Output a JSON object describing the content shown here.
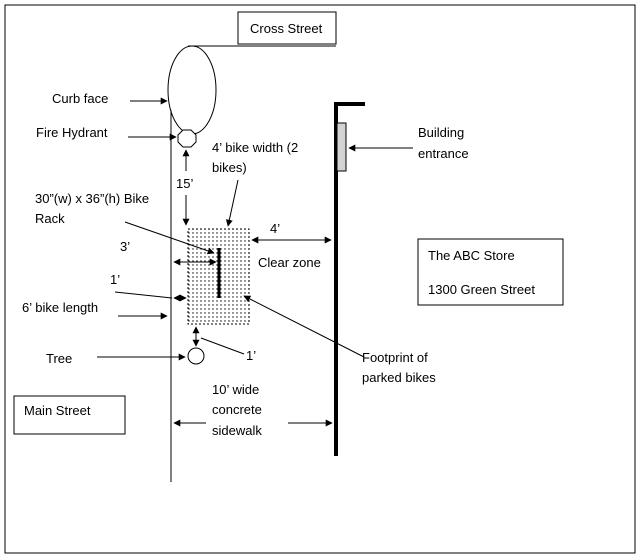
{
  "labels": {
    "cross_street": "Cross Street",
    "curb_face": "Curb face",
    "fire_hydrant": "Fire Hydrant",
    "dist_15": "15’",
    "bike_width_line1": "4’ bike width (2",
    "bike_width_line2": "bikes)",
    "rack_line1": "30”(w) x 36”(h) Bike",
    "rack_line2": "Rack",
    "dist_3": "3’",
    "dist_4": "4’",
    "clear_zone": "Clear zone",
    "dist_1_top": "1’",
    "bike_length": "6’ bike length",
    "tree": "Tree",
    "dist_1_tree": "1’",
    "footprint_line1": "Footprint of",
    "footprint_line2": "parked bikes",
    "building_entrance_line1": "Building",
    "building_entrance_line2": "entrance",
    "store_name": "The ABC Store",
    "store_address": "1300 Green Street",
    "main_street": "Main Street",
    "sidewalk_line1": "10’ wide",
    "sidewalk_line2": "concrete",
    "sidewalk_line3": "sidewalk"
  }
}
